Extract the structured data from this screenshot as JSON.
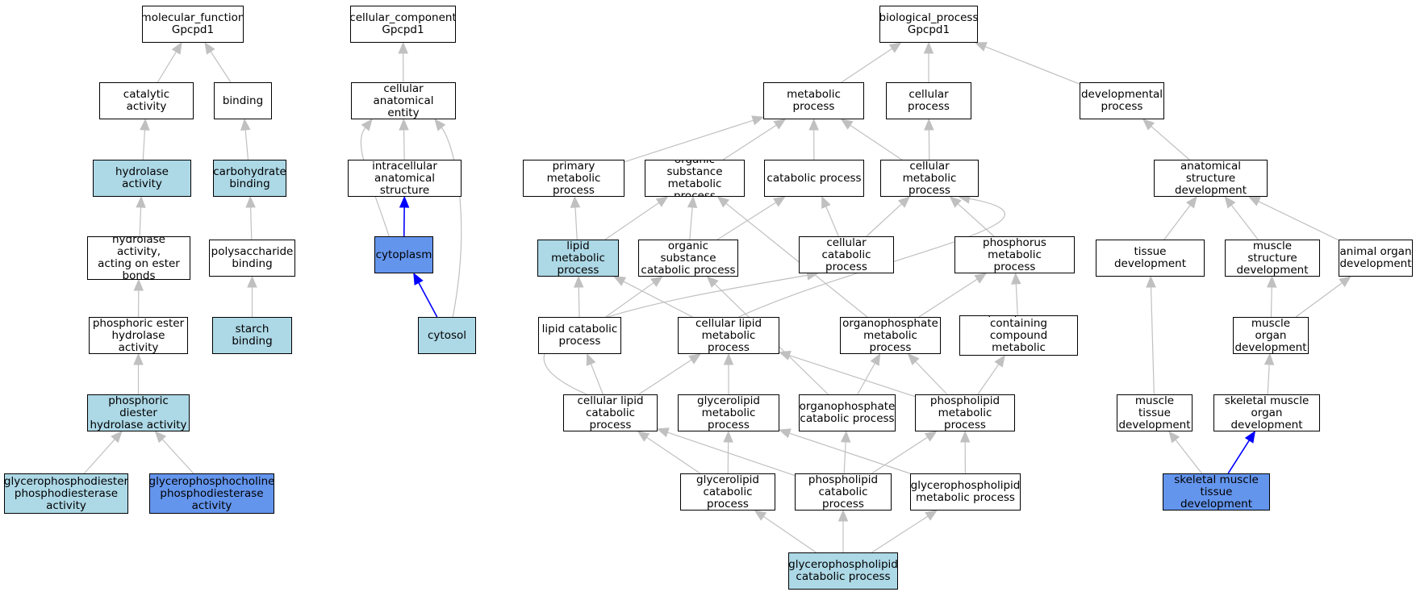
{
  "colors": {
    "plain_fill": "#ffffff",
    "light_fill": "#add8e6",
    "strong_fill": "#6495ed",
    "edge": "#c0c0c0",
    "edge_highlight": "#0000ff"
  },
  "nodes": [
    {
      "id": "mf_root",
      "label": "molecular_function\nGpcpd1",
      "style": "plain"
    },
    {
      "id": "catalytic",
      "label": "catalytic activity",
      "style": "plain"
    },
    {
      "id": "binding",
      "label": "binding",
      "style": "plain"
    },
    {
      "id": "hydrolase",
      "label": "hydrolase activity",
      "style": "light"
    },
    {
      "id": "carb_binding",
      "label": "carbohydrate\nbinding",
      "style": "light"
    },
    {
      "id": "hydrolase_ester",
      "label": "hydrolase activity,\nacting on ester\nbonds",
      "style": "plain"
    },
    {
      "id": "polysacch",
      "label": "polysaccharide\nbinding",
      "style": "plain"
    },
    {
      "id": "phos_ester",
      "label": "phosphoric ester\nhydrolase activity",
      "style": "plain"
    },
    {
      "id": "starch",
      "label": "starch binding",
      "style": "light"
    },
    {
      "id": "phos_diester",
      "label": "phosphoric diester\nhydrolase activity",
      "style": "light"
    },
    {
      "id": "gpde",
      "label": "glycerophosphodiester\nphosphodiesterase\nactivity",
      "style": "light"
    },
    {
      "id": "gpcpde",
      "label": "glycerophosphocholine\nphosphodiesterase\nactivity",
      "style": "strong"
    },
    {
      "id": "cc_root",
      "label": "cellular_component\nGpcpd1",
      "style": "plain"
    },
    {
      "id": "cae",
      "label": "cellular anatomical\nentity",
      "style": "plain"
    },
    {
      "id": "ias",
      "label": "intracellular\nanatomical structure",
      "style": "plain"
    },
    {
      "id": "cytoplasm",
      "label": "cytoplasm",
      "style": "strong"
    },
    {
      "id": "cytosol",
      "label": "cytosol",
      "style": "light"
    },
    {
      "id": "bp_root",
      "label": "biological_process\nGpcpd1",
      "style": "plain"
    },
    {
      "id": "metabolic",
      "label": "metabolic process",
      "style": "plain"
    },
    {
      "id": "cellular",
      "label": "cellular process",
      "style": "plain"
    },
    {
      "id": "developmental",
      "label": "developmental\nprocess",
      "style": "plain"
    },
    {
      "id": "primary_met",
      "label": "primary metabolic\nprocess",
      "style": "plain"
    },
    {
      "id": "org_sub_met",
      "label": "organic substance\nmetabolic process",
      "style": "plain"
    },
    {
      "id": "catabolic",
      "label": "catabolic process",
      "style": "plain"
    },
    {
      "id": "cell_met",
      "label": "cellular metabolic\nprocess",
      "style": "plain"
    },
    {
      "id": "anat_dev",
      "label": "anatomical structure\ndevelopment",
      "style": "plain"
    },
    {
      "id": "lipid_met",
      "label": "lipid metabolic\nprocess",
      "style": "light"
    },
    {
      "id": "org_sub_cat",
      "label": "organic substance\ncatabolic process",
      "style": "plain"
    },
    {
      "id": "cell_cat",
      "label": "cellular catabolic\nprocess",
      "style": "plain"
    },
    {
      "id": "phosphorus_met",
      "label": "phosphorus metabolic\nprocess",
      "style": "plain"
    },
    {
      "id": "tissue_dev",
      "label": "tissue development",
      "style": "plain"
    },
    {
      "id": "muscle_struct_dev",
      "label": "muscle structure\ndevelopment",
      "style": "plain"
    },
    {
      "id": "animal_organ_dev",
      "label": "animal organ\ndevelopment",
      "style": "plain"
    },
    {
      "id": "lipid_cat",
      "label": "lipid catabolic\nprocess",
      "style": "plain"
    },
    {
      "id": "cell_lipid_met",
      "label": "cellular lipid\nmetabolic process",
      "style": "plain"
    },
    {
      "id": "organophos_met",
      "label": "organophosphate\nmetabolic process",
      "style": "plain"
    },
    {
      "id": "phos_compound_met",
      "label": "phosphate-containing\ncompound metabolic\nprocess",
      "style": "plain"
    },
    {
      "id": "muscle_organ_dev",
      "label": "muscle organ\ndevelopment",
      "style": "plain"
    },
    {
      "id": "cell_lipid_cat",
      "label": "cellular lipid\ncatabolic process",
      "style": "plain"
    },
    {
      "id": "glycerolipid_met",
      "label": "glycerolipid\nmetabolic process",
      "style": "plain"
    },
    {
      "id": "organophos_cat",
      "label": "organophosphate\ncatabolic process",
      "style": "plain"
    },
    {
      "id": "phospholipid_met",
      "label": "phospholipid\nmetabolic process",
      "style": "plain"
    },
    {
      "id": "muscle_tissue_dev",
      "label": "muscle tissue\ndevelopment",
      "style": "plain"
    },
    {
      "id": "skm_organ_dev",
      "label": "skeletal muscle\norgan development",
      "style": "plain"
    },
    {
      "id": "glycerolipid_cat",
      "label": "glycerolipid\ncatabolic process",
      "style": "plain"
    },
    {
      "id": "phospholipid_cat",
      "label": "phospholipid\ncatabolic process",
      "style": "plain"
    },
    {
      "id": "gpl_met",
      "label": "glycerophospholipid\nmetabolic process",
      "style": "plain"
    },
    {
      "id": "skm_tissue_dev",
      "label": "skeletal muscle\ntissue development",
      "style": "strong"
    },
    {
      "id": "gpl_cat",
      "label": "glycerophospholipid\ncatabolic process",
      "style": "light"
    }
  ],
  "edges": [
    {
      "from": "catalytic",
      "to": "mf_root"
    },
    {
      "from": "binding",
      "to": "mf_root"
    },
    {
      "from": "hydrolase",
      "to": "catalytic"
    },
    {
      "from": "carb_binding",
      "to": "binding"
    },
    {
      "from": "hydrolase_ester",
      "to": "hydrolase"
    },
    {
      "from": "polysacch",
      "to": "carb_binding"
    },
    {
      "from": "phos_ester",
      "to": "hydrolase_ester"
    },
    {
      "from": "starch",
      "to": "polysacch"
    },
    {
      "from": "phos_diester",
      "to": "phos_ester"
    },
    {
      "from": "gpde",
      "to": "phos_diester"
    },
    {
      "from": "gpcpde",
      "to": "phos_diester"
    },
    {
      "from": "cae",
      "to": "cc_root"
    },
    {
      "from": "ias",
      "to": "cae"
    },
    {
      "from": "cytoplasm",
      "to": "ias",
      "highlight": true
    },
    {
      "from": "cytoplasm",
      "to": "cae",
      "curve": "left"
    },
    {
      "from": "cytosol",
      "to": "cytoplasm",
      "highlight": true
    },
    {
      "from": "cytosol",
      "to": "cae",
      "curve": "right"
    },
    {
      "from": "metabolic",
      "to": "bp_root"
    },
    {
      "from": "cellular",
      "to": "bp_root"
    },
    {
      "from": "developmental",
      "to": "bp_root"
    },
    {
      "from": "primary_met",
      "to": "metabolic"
    },
    {
      "from": "org_sub_met",
      "to": "metabolic"
    },
    {
      "from": "catabolic",
      "to": "metabolic"
    },
    {
      "from": "cell_met",
      "to": "metabolic"
    },
    {
      "from": "cell_met",
      "to": "cellular"
    },
    {
      "from": "anat_dev",
      "to": "developmental"
    },
    {
      "from": "lipid_met",
      "to": "primary_met"
    },
    {
      "from": "lipid_met",
      "to": "org_sub_met"
    },
    {
      "from": "org_sub_cat",
      "to": "org_sub_met"
    },
    {
      "from": "org_sub_cat",
      "to": "catabolic"
    },
    {
      "from": "cell_cat",
      "to": "catabolic"
    },
    {
      "from": "cell_cat",
      "to": "cell_met"
    },
    {
      "from": "phosphorus_met",
      "to": "cell_met"
    },
    {
      "from": "tissue_dev",
      "to": "anat_dev"
    },
    {
      "from": "muscle_struct_dev",
      "to": "anat_dev"
    },
    {
      "from": "animal_organ_dev",
      "to": "anat_dev"
    },
    {
      "from": "lipid_cat",
      "to": "lipid_met"
    },
    {
      "from": "lipid_cat",
      "to": "org_sub_cat"
    },
    {
      "from": "cell_lipid_met",
      "to": "lipid_met"
    },
    {
      "from": "cell_lipid_met",
      "to": "cell_met",
      "curve": "right"
    },
    {
      "from": "organophos_met",
      "to": "phosphorus_met"
    },
    {
      "from": "organophos_met",
      "to": "org_sub_met"
    },
    {
      "from": "phos_compound_met",
      "to": "phosphorus_met"
    },
    {
      "from": "muscle_organ_dev",
      "to": "muscle_struct_dev"
    },
    {
      "from": "muscle_organ_dev",
      "to": "animal_organ_dev"
    },
    {
      "from": "cell_lipid_cat",
      "to": "lipid_cat"
    },
    {
      "from": "cell_lipid_cat",
      "to": "cell_lipid_met"
    },
    {
      "from": "cell_lipid_cat",
      "to": "cell_cat",
      "curve": "left"
    },
    {
      "from": "glycerolipid_met",
      "to": "cell_lipid_met"
    },
    {
      "from": "organophos_cat",
      "to": "organophos_met"
    },
    {
      "from": "organophos_cat",
      "to": "org_sub_cat"
    },
    {
      "from": "phospholipid_met",
      "to": "cell_lipid_met"
    },
    {
      "from": "phospholipid_met",
      "to": "organophos_met"
    },
    {
      "from": "phospholipid_met",
      "to": "phos_compound_met"
    },
    {
      "from": "muscle_tissue_dev",
      "to": "tissue_dev"
    },
    {
      "from": "skm_organ_dev",
      "to": "muscle_organ_dev"
    },
    {
      "from": "glycerolipid_cat",
      "to": "cell_lipid_cat"
    },
    {
      "from": "glycerolipid_cat",
      "to": "glycerolipid_met"
    },
    {
      "from": "phospholipid_cat",
      "to": "cell_lipid_cat"
    },
    {
      "from": "phospholipid_cat",
      "to": "organophos_cat"
    },
    {
      "from": "phospholipid_cat",
      "to": "phospholipid_met"
    },
    {
      "from": "gpl_met",
      "to": "glycerolipid_met"
    },
    {
      "from": "gpl_met",
      "to": "phospholipid_met"
    },
    {
      "from": "skm_tissue_dev",
      "to": "muscle_tissue_dev"
    },
    {
      "from": "skm_tissue_dev",
      "to": "skm_organ_dev",
      "highlight": true
    },
    {
      "from": "gpl_cat",
      "to": "glycerolipid_cat"
    },
    {
      "from": "gpl_cat",
      "to": "phospholipid_cat"
    },
    {
      "from": "gpl_cat",
      "to": "gpl_met"
    }
  ]
}
